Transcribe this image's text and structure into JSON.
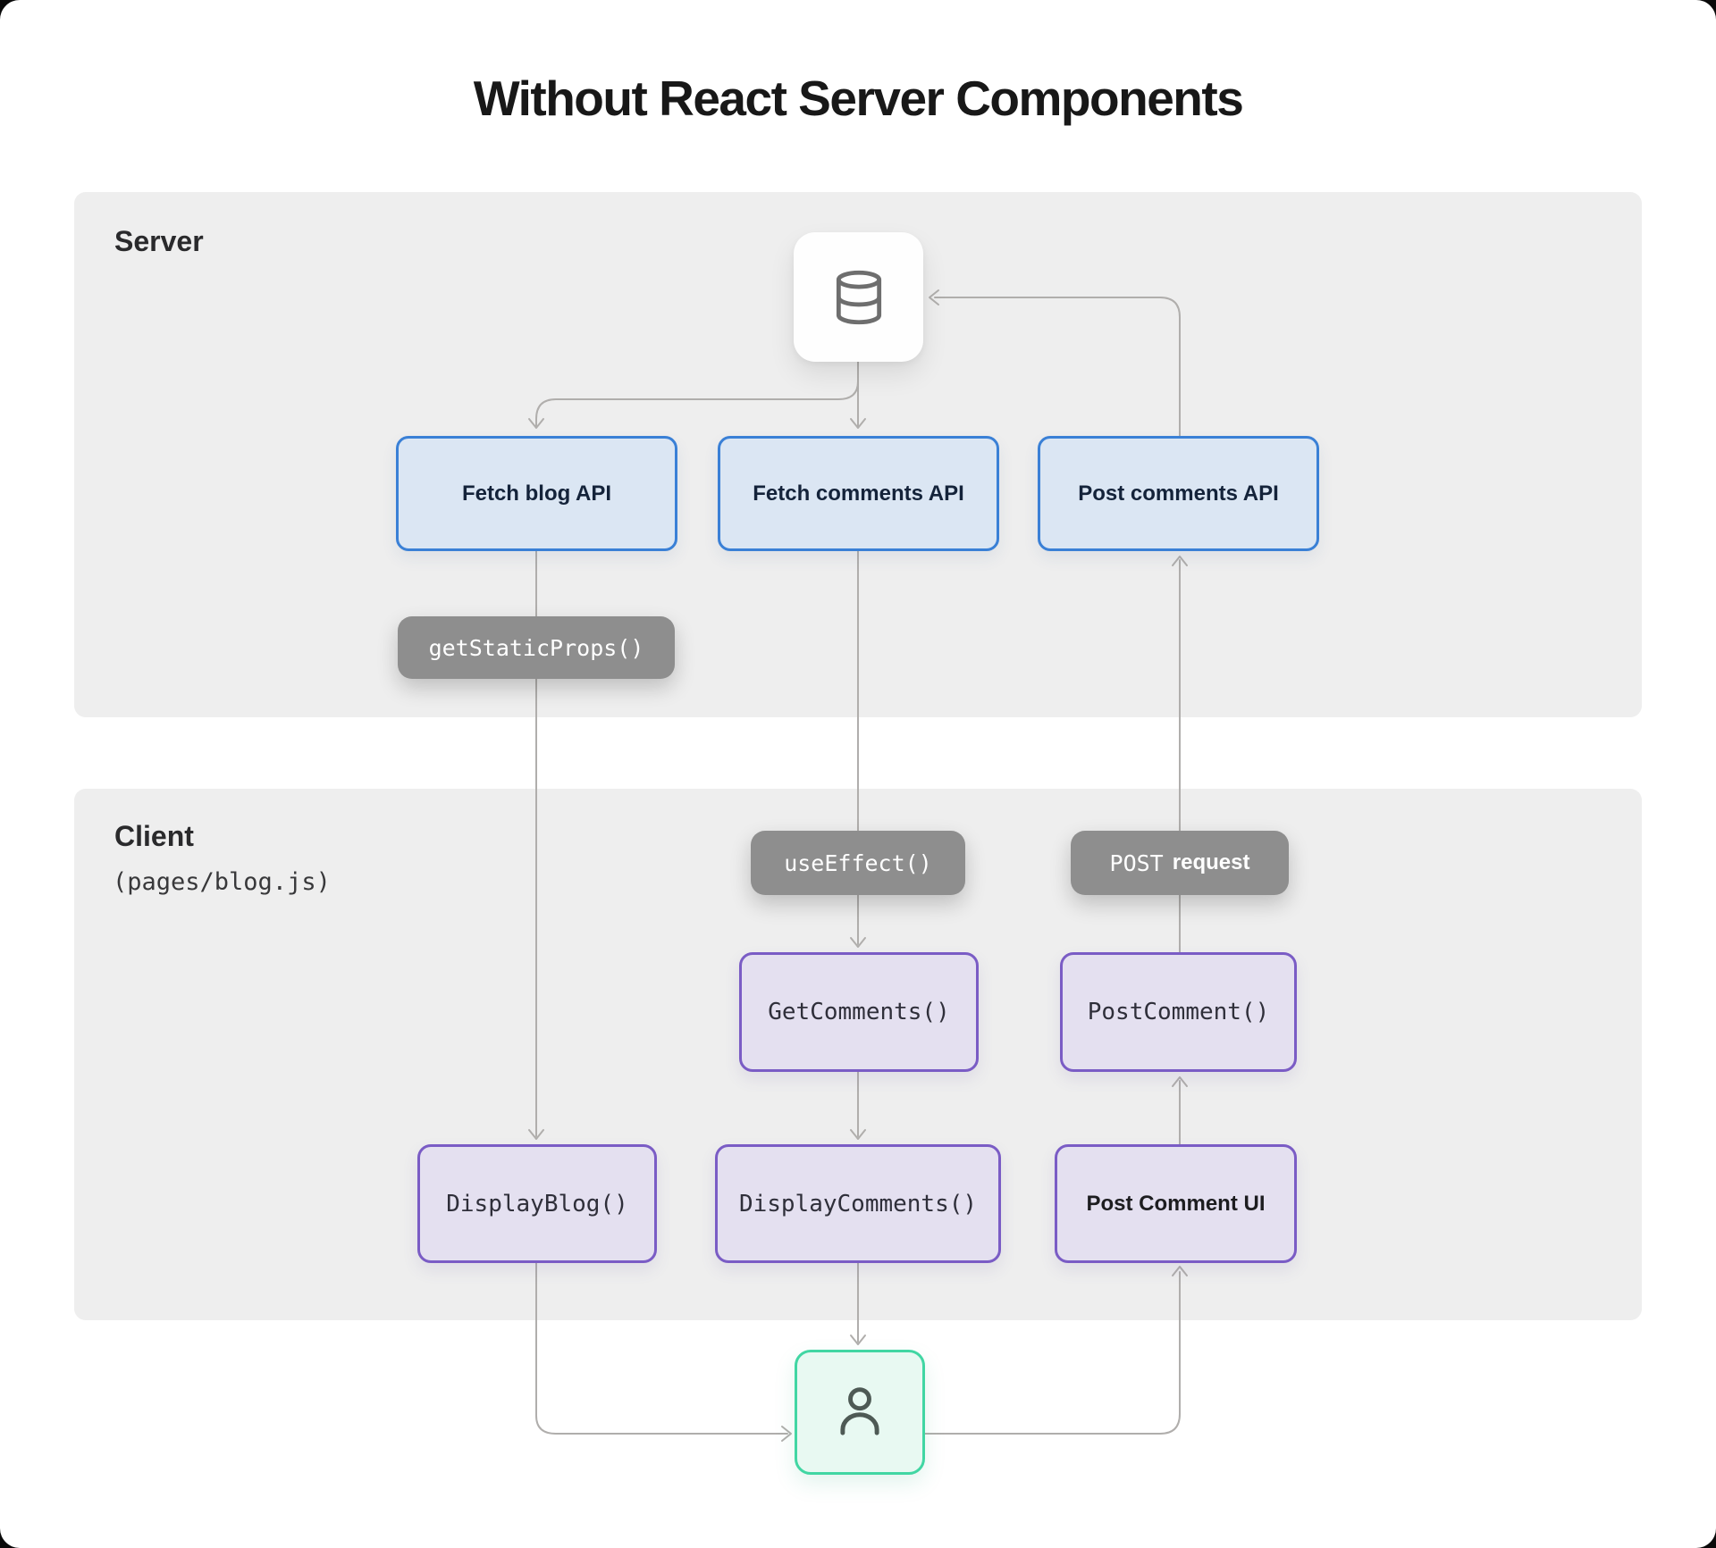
{
  "title": "Without React Server Components",
  "sections": {
    "server": {
      "label": "Server"
    },
    "client": {
      "label": "Client",
      "sublabel": "(pages/blog.js)"
    }
  },
  "nodes": {
    "fetch_blog_api": {
      "label": "Fetch blog API"
    },
    "fetch_comments_api": {
      "label": "Fetch comments API"
    },
    "post_comments_api": {
      "label": "Post comments API"
    },
    "get_static_props": {
      "label": "getStaticProps()"
    },
    "use_effect": {
      "label": "useEffect()"
    },
    "post_request": {
      "word_mono": "POST",
      "word_bold": "request"
    },
    "get_comments": {
      "label": "GetComments()"
    },
    "post_comment": {
      "label": "PostComment()"
    },
    "display_blog": {
      "label": "DisplayBlog()"
    },
    "display_comments": {
      "label": "DisplayComments()"
    },
    "post_comment_ui": {
      "label": "Post Comment UI"
    }
  },
  "icons": {
    "database": "database-cylinder",
    "user": "person-silhouette"
  },
  "colors": {
    "section_bg": "#eeeeee",
    "api_box_fill": "#dbe6f3",
    "api_box_border": "#3a80d6",
    "component_box_fill": "#e4e0f0",
    "component_box_border": "#7a5cc5",
    "pill_bg": "#8e8e8e",
    "user_box_fill": "#e8f9f2",
    "user_box_border": "#41d6a3",
    "wire": "#b0aeac"
  }
}
